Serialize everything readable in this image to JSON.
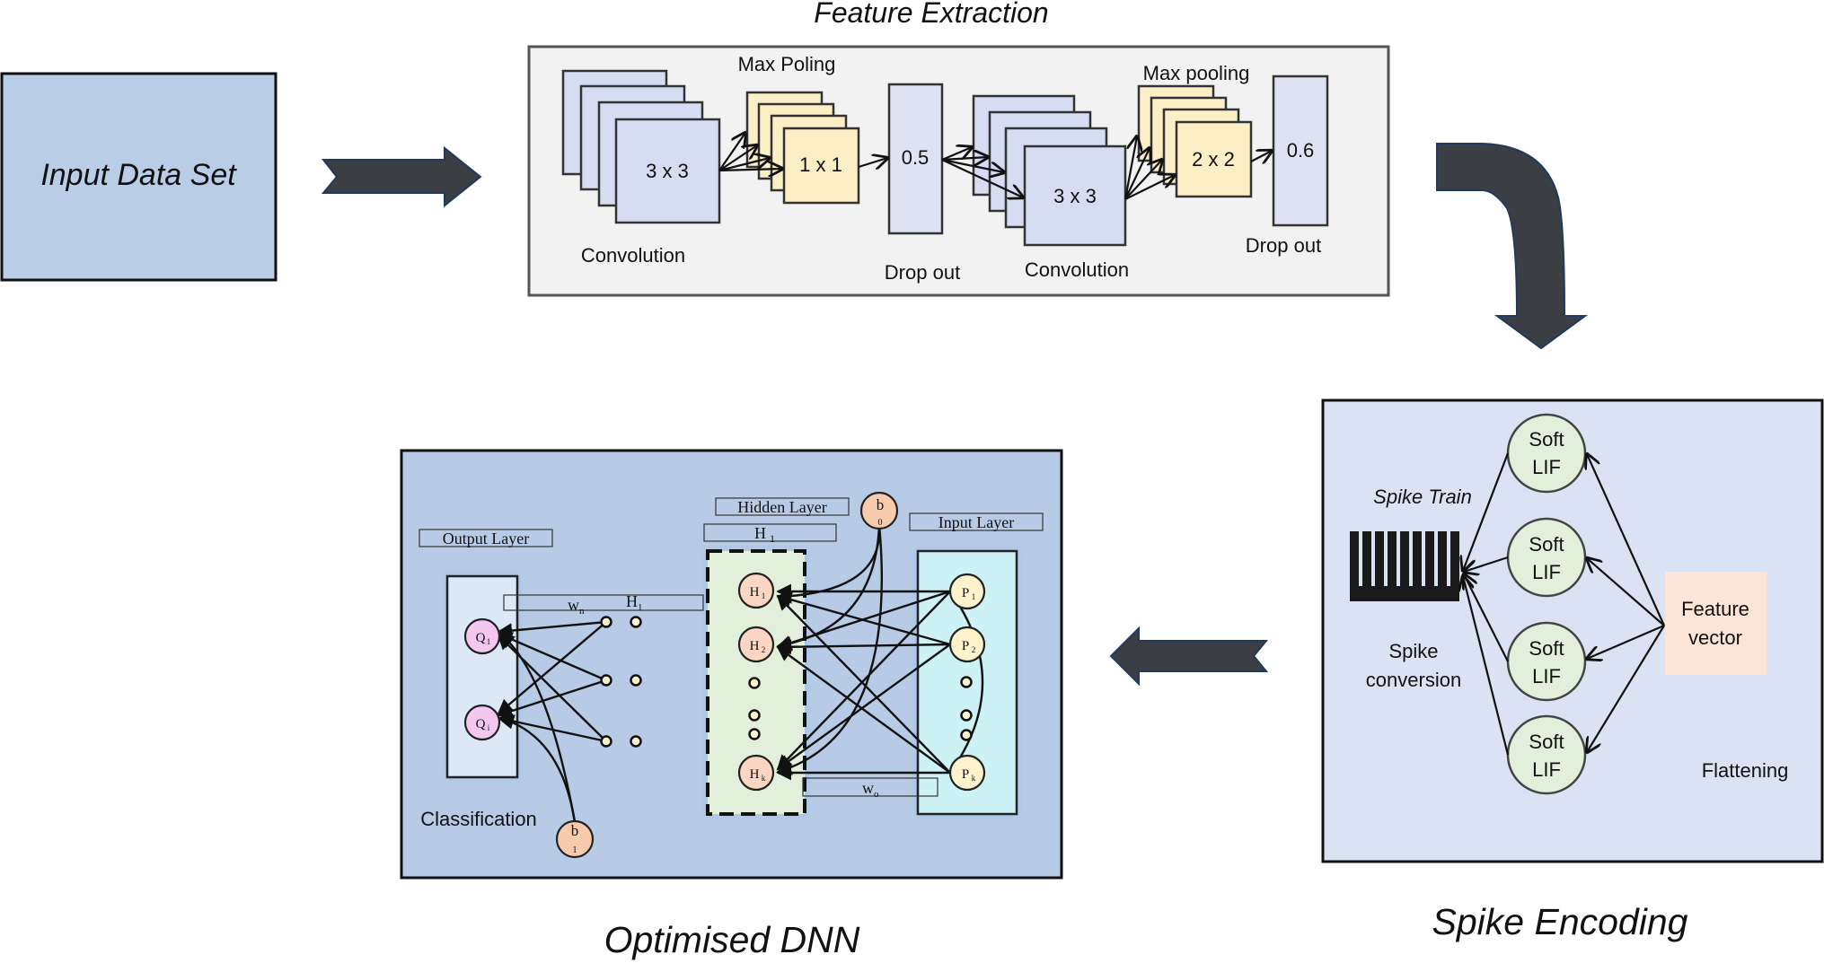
{
  "input": {
    "label": "Input Data Set"
  },
  "feature_extraction": {
    "title": "Feature Extraction",
    "conv1": {
      "kernel": "3 x 3",
      "label": "Convolution"
    },
    "pool1": {
      "kernel": "1 x 1",
      "label": "Max Poling"
    },
    "drop1": {
      "rate": "0.5",
      "label": "Drop out"
    },
    "conv2": {
      "kernel": "3 x 3",
      "label": "Convolution"
    },
    "pool2": {
      "kernel": "2 x 2",
      "label": "Max pooling"
    },
    "drop2": {
      "rate": "0.6",
      "label": "Drop out"
    }
  },
  "spike_encoding": {
    "title": "Spike Encoding",
    "spike_train_label": "Spike Train",
    "spike_conversion_label": [
      "Spike",
      "conversion"
    ],
    "neurons": [
      [
        "Soft",
        "LIF"
      ],
      [
        "Soft",
        "LIF"
      ],
      [
        "Soft",
        "LIF"
      ],
      [
        "Soft",
        "LIF"
      ]
    ],
    "feature_vector": [
      "Feature",
      "vector"
    ],
    "flattening_label": "Flattening"
  },
  "dnn": {
    "title": "Optimised DNN",
    "output_layer_label": "Output Layer",
    "hidden_layer_label": "Hidden Layer",
    "hidden_sublabel": "H",
    "hidden_sub_index": "1",
    "input_layer_label": "Input Layer",
    "classification_label": "Classification",
    "bias_hidden": {
      "main": "b",
      "sub": "0"
    },
    "bias_output": {
      "main": "b",
      "sub": "1"
    },
    "weight_out": {
      "main": "w",
      "sub": "n"
    },
    "weight_out_h": {
      "main": "H",
      "sub": "1"
    },
    "weight_in": {
      "main": "w",
      "sub": "o"
    },
    "output_nodes": [
      {
        "main": "Q",
        "sub": "1"
      },
      {
        "main": "Q",
        "sub": "i"
      }
    ],
    "hidden_nodes": [
      {
        "main": "H",
        "sub": "1"
      },
      {
        "main": "H",
        "sub": "2"
      },
      {
        "main": "H",
        "sub": "k"
      }
    ],
    "input_nodes": [
      {
        "main": "P",
        "sub": "1"
      },
      {
        "main": "P",
        "sub": "2"
      },
      {
        "main": "P",
        "sub": "k"
      }
    ]
  }
}
